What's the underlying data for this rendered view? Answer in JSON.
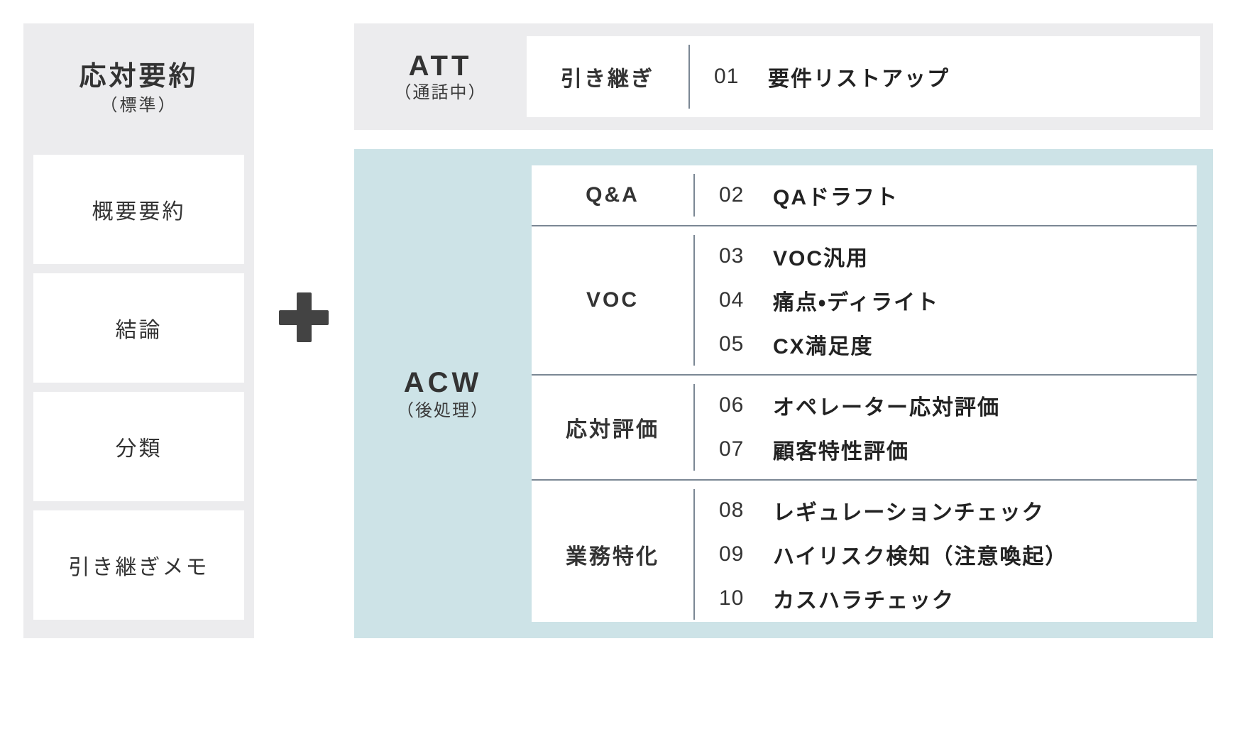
{
  "left_panel": {
    "title": "応対要約",
    "subtitle": "（標準）",
    "items": [
      {
        "label": "概要要約"
      },
      {
        "label": "結論"
      },
      {
        "label": "分類"
      },
      {
        "label": "引き継ぎメモ"
      }
    ]
  },
  "connector": {
    "symbol_name": "plus-icon"
  },
  "att_block": {
    "label_main": "ATT",
    "label_sub": "（通話中）",
    "category": "引き継ぎ",
    "rows": [
      {
        "num": "01",
        "text": "要件リストアップ"
      }
    ]
  },
  "acw_block": {
    "label_main": "ACW",
    "label_sub": "（後処理）",
    "groups": [
      {
        "category": "Q&A",
        "rows": [
          {
            "num": "02",
            "text": "QAドラフト"
          }
        ]
      },
      {
        "category": "VOC",
        "rows": [
          {
            "num": "03",
            "text": "VOC汎用"
          },
          {
            "num": "04",
            "text": "痛点・ディライト"
          },
          {
            "num": "05",
            "text": "CX満足度"
          }
        ]
      },
      {
        "category": "応対評価",
        "rows": [
          {
            "num": "06",
            "text": "オペレーター応対評価"
          },
          {
            "num": "07",
            "text": "顧客特性評価"
          }
        ]
      },
      {
        "category": "業務特化",
        "rows": [
          {
            "num": "08",
            "text": "レギュレーションチェック"
          },
          {
            "num": "09",
            "text": "ハイリスク検知（注意喚起）"
          },
          {
            "num": "10",
            "text": "カスハラチェック"
          }
        ]
      }
    ]
  },
  "colors": {
    "panel_gray": "#ececee",
    "acw_blue": "#cde3e7",
    "text_dark": "#333333",
    "divider": "#7b8794",
    "plus": "#434343"
  }
}
